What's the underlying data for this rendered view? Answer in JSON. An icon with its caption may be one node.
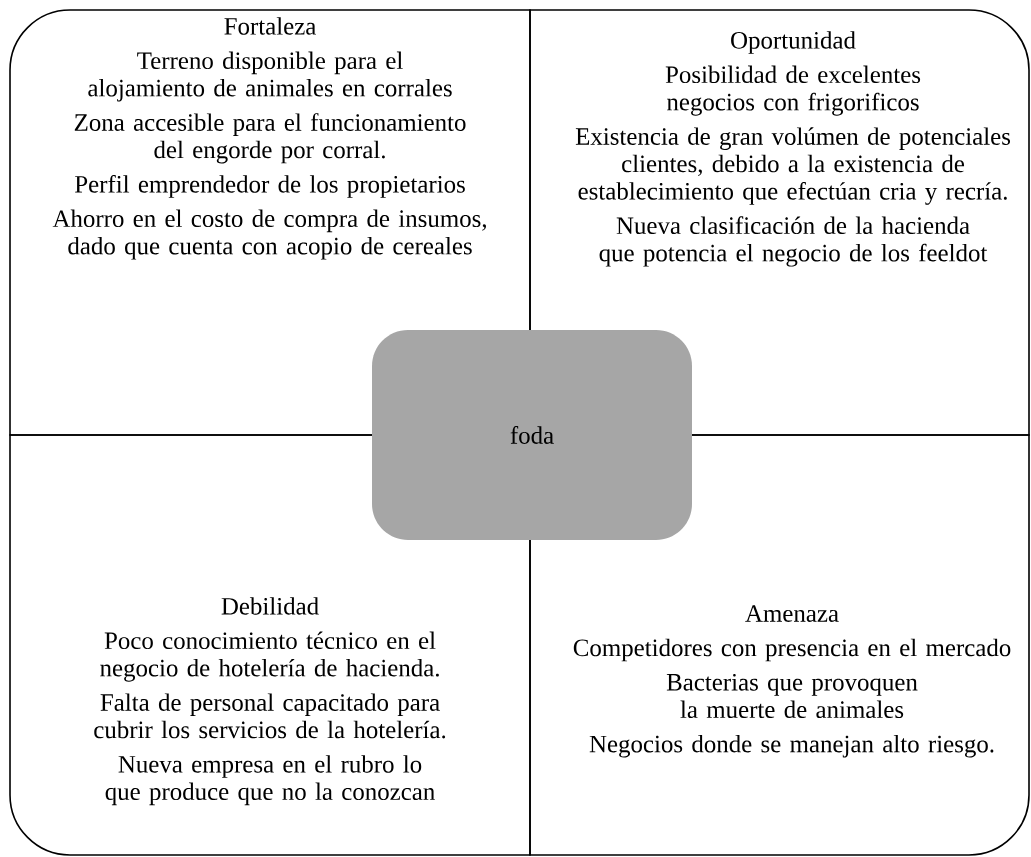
{
  "diagram": {
    "nodes": [
      {
        "text": [
          "Fortaleza",
          "Terreno disponible para el alojamiento de animales en corrales",
          "Zona accesible para el funcionamiento del engorde por corral.",
          "Perfil emprendedor de los propietarios",
          "Ahorro en el costo de compra de insumos, dado que cuenta con acopio de cereales"
        ]
      },
      {
        "text": [
          "Oportunidad",
          "Posibilidad de excelentes negocios con frigorificos",
          "Existencia de gran volúmen de potenciales clientes, debido a la existencia de establecimiento que efectúan cria y recría.",
          "Nueva clasificación de la hacienda que potencia el negocio de los feeldot"
        ]
      },
      {
        "text": [
          "foda"
        ]
      },
      {
        "text": [
          "Debilidad",
          "Poco conocimiento técnico en el negocio de hotelería de hacienda.",
          "Falta de personal capacitado para cubrir los servicios de la hotelería.",
          "Nueva empresa en el rubro lo que produce que no la conozcan"
        ]
      },
      {
        "text": [
          "Amenaza",
          "Competidores con presencia en el mercado",
          "Bacterias que provoquen la muerte de animales",
          "Negocios donde se manejan alto riesgo."
        ]
      }
    ]
  }
}
